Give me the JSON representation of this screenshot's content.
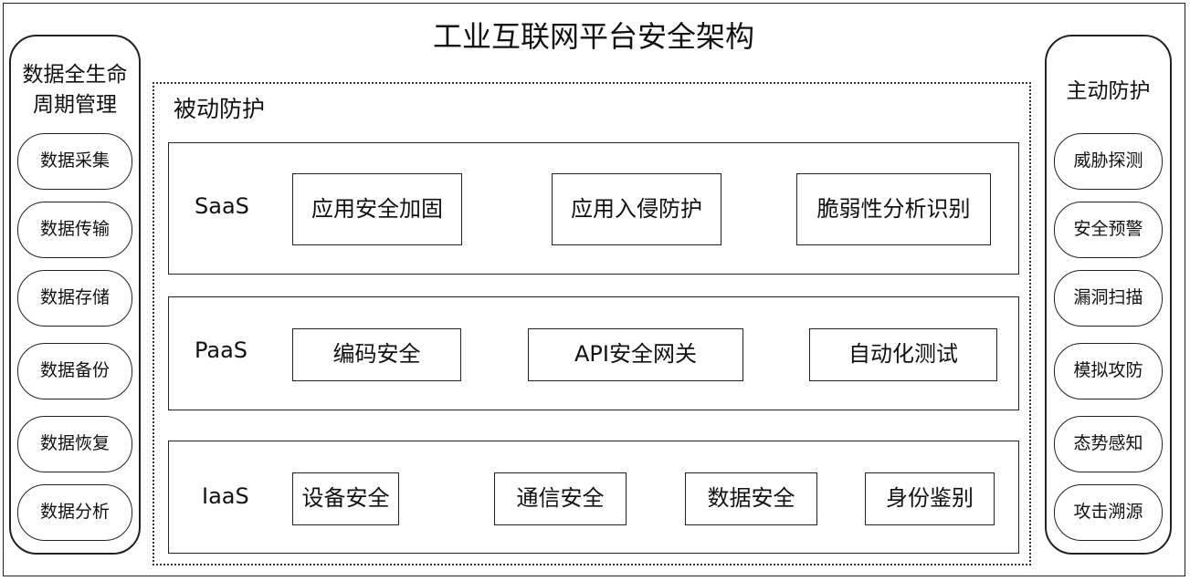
{
  "title": "工业互联网平台安全架构",
  "left_column": {
    "title_line1": "数据全生命",
    "title_line2": "周期管理",
    "items": [
      "数据采集",
      "数据传输",
      "数据存储",
      "数据备份",
      "数据恢复",
      "数据分析"
    ]
  },
  "right_column": {
    "title": "主动防护",
    "items": [
      "威胁探测",
      "安全预警",
      "漏洞扫描",
      "模拟攻防",
      "态势感知",
      "攻击溯源"
    ]
  },
  "passive": {
    "title": "被动防护",
    "layers": [
      {
        "label": "SaaS",
        "modules": [
          "应用安全加固",
          "应用入侵防护",
          "脆弱性分析识别"
        ]
      },
      {
        "label": "PaaS",
        "modules": [
          "编码安全",
          "API安全网关",
          "自动化测试"
        ]
      },
      {
        "label": "IaaS",
        "modules": [
          "设备安全",
          "通信安全",
          "数据安全",
          "身份鉴别"
        ]
      }
    ]
  }
}
